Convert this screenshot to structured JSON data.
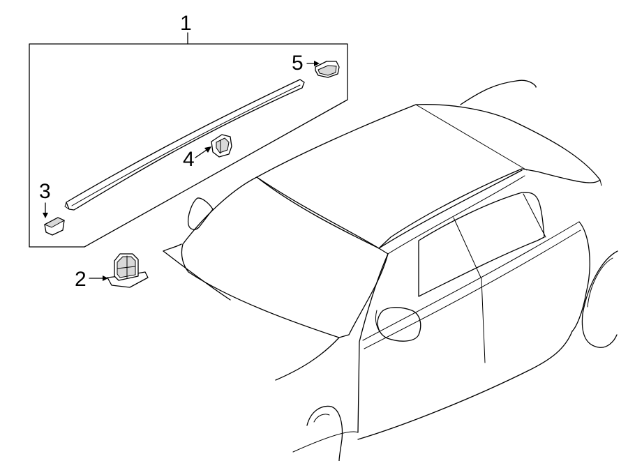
{
  "callouts": [
    {
      "id": "1",
      "label": "1"
    },
    {
      "id": "2",
      "label": "2"
    },
    {
      "id": "3",
      "label": "3"
    },
    {
      "id": "4",
      "label": "4"
    },
    {
      "id": "5",
      "label": "5"
    }
  ],
  "colors": {
    "line": "#000000",
    "background": "#ffffff",
    "part_shade": "#d9d9d9"
  }
}
